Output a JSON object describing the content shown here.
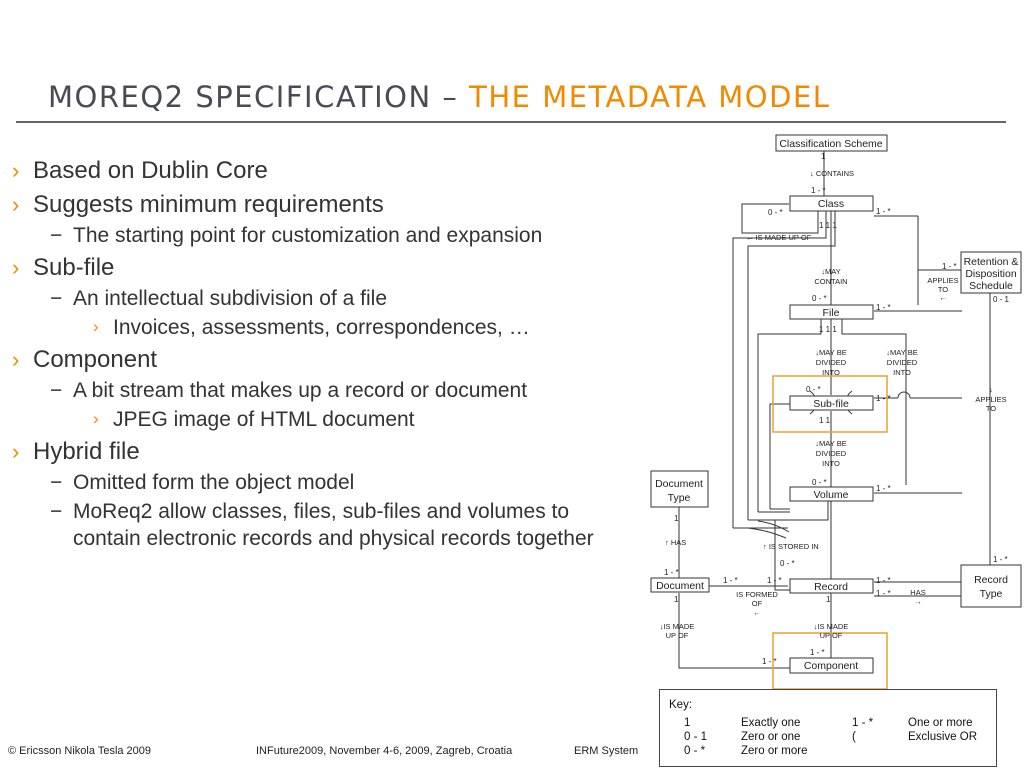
{
  "title": {
    "main": "MOREQ2 SPECIFICATION – ",
    "accent": "THE METADATA MODEL"
  },
  "bullets": {
    "b1": "Based on Dublin Core",
    "b2": "Suggests minimum requirements",
    "b2_1": "The starting point for customization and expansion",
    "b3": "Sub-file",
    "b3_1": "An intellectual subdivision of a file",
    "b3_1_1": "Invoices, assessments, correspondences, …",
    "b4": "Component",
    "b4_1": "A bit stream that makes up a record or document",
    "b4_1_1": "JPEG image of HTML document",
    "b5": "Hybrid file",
    "b5_1": "Omitted form the object model",
    "b5_2": "MoReq2 allow classes, files, sub-files and volumes to contain electronic records and physical records together"
  },
  "markers": {
    "level1": "›",
    "level2": "−",
    "level3": "›"
  },
  "footer": {
    "copyright": "© Ericsson Nikola Tesla 2009",
    "event": "INFuture2009, November 4-6, 2009, Zagreb, Croatia",
    "section": "ERM System"
  },
  "diagram": {
    "boxes": {
      "classification_scheme": "Classification Scheme",
      "class": "Class",
      "file": "File",
      "sub_file": "Sub-file",
      "volume": "Volume",
      "record": "Record",
      "document": "Document",
      "component": "Component",
      "document_type": [
        "Document",
        "Type"
      ],
      "record_type": [
        "Record",
        "Type"
      ],
      "retention": [
        "Retention &",
        "Disposition",
        "Schedule"
      ]
    },
    "relations": {
      "contains": "↓ CONTAINS",
      "is_made_up_of": "← IS MADE UP OF",
      "may_contain": [
        "↓MAY",
        "CONTAIN"
      ],
      "may_be_divided_into_1": [
        "↓MAY BE",
        "DIVIDED",
        "INTO"
      ],
      "may_be_divided_into_2": [
        "↓MAY BE",
        "DIVIDED",
        "INTO"
      ],
      "may_be_divided_into_3": [
        "↓MAY BE",
        "DIVIDED",
        "INTO"
      ],
      "applies_to_1": [
        "APPLIES",
        "TO",
        "←"
      ],
      "applies_to_2": [
        "↓",
        "APPLIES",
        "TO"
      ],
      "has_1": "↑ HAS",
      "is_stored_in": "↑ IS STORED IN",
      "is_formed_of": [
        "IS FORMED",
        "OF",
        "←"
      ],
      "has_2": [
        "HAS",
        "→"
      ],
      "is_made_up_of_doc": [
        "↓IS MADE",
        "UP OF"
      ],
      "is_made_up_of_rec": [
        "↓IS MADE",
        "UP OF"
      ]
    },
    "cardinalities": {
      "cs_1": "1",
      "class_top": "1 - *",
      "class_left": "0 - *",
      "class_right": "1 - *",
      "class_bottom": "1  1  1",
      "file_top": "0 - *",
      "file_right": "1 - *",
      "file_bottom": "1  1  1",
      "sub_top": "0 - *",
      "sub_right": "1 - *",
      "sub_bottom": "1  1",
      "vol_top": "0 - *",
      "vol_right": "1 - *",
      "ret_left": "1 - *",
      "ret_bottom": "0 - 1",
      "doctype_bottom": "1",
      "doc_top": "1 - *",
      "doc_right": "1 - *",
      "doc_bottom": "1",
      "rec_top": "0 - *",
      "rec_left": "1 - *",
      "rec_right_a": "1 - *",
      "rec_right_b": "1 - *",
      "rec_bottom": "1",
      "rectype_top": "1 - *",
      "comp_top": "1 - *",
      "comp_left": "1 - *"
    }
  },
  "key": {
    "heading": "Key:",
    "rows": [
      {
        "sym": "1",
        "desc": "Exactly one",
        "sym2": "1 - *",
        "desc2": "One or more"
      },
      {
        "sym": "0 - 1",
        "desc": "Zero or one",
        "sym2": "(",
        "desc2": "Exclusive OR"
      },
      {
        "sym": "0 - *",
        "desc": "Zero or more"
      }
    ]
  },
  "colors": {
    "accent": "#F08A00",
    "title": "#4A4A55",
    "text": "#333333",
    "rule": "#666666",
    "highlight": "#E8A030"
  }
}
